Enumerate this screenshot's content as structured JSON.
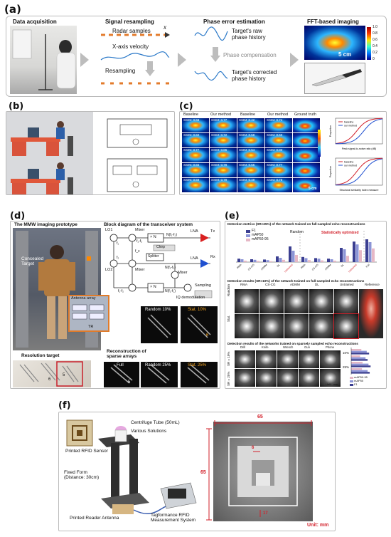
{
  "panel_a": {
    "label": "(a)",
    "steps": [
      "Data acquisition",
      "Signal resampling",
      "Phase error estimation",
      "FFT-based imaging"
    ],
    "radar_samples": "Radar samples",
    "x_axis_var": "x",
    "x_velocity": "X-axis velocity",
    "resampling": "Resampling",
    "raw_phase": "Target's raw\nphase history",
    "phase_comp": "Phase compensation",
    "corrected_phase": "Target's corrected\nphase history",
    "scale": "5 cm",
    "colorbar_ticks": [
      "1.0",
      "0.8",
      "0.6",
      "0.4",
      "0.2",
      "0"
    ]
  },
  "panel_b": {
    "label": "(b)"
  },
  "panel_c": {
    "label": "(c)",
    "col_headers": [
      "Baseline",
      "Our method",
      "Baseline",
      "Our method",
      "Ground truth"
    ],
    "ssim_rows": [
      [
        "SSIM: 0.68",
        "SSIM: 0.77",
        "SSIM: 0.42",
        "SSIM: 0.74"
      ],
      [
        "SSIM: 0.60",
        "SSIM: 0.72",
        "SSIM: 0.58",
        "SSIM: 0.60"
      ],
      [
        "SSIM: 0.77",
        "SSIM: 0.86",
        "SSIM: 0.54",
        "SSIM: 0.80"
      ],
      [
        "SSIM: 0.65",
        "SSIM: 0.78",
        "SSIM: 0.55",
        "SSIM: 0.77"
      ],
      [
        "SSIM: 0.59",
        "SSIM: 0.79",
        "SSIM: 0.49",
        "SSIM: 0.78"
      ]
    ],
    "scale": "5 cm",
    "plot1": {
      "legend": [
        "baseline",
        "our method"
      ],
      "xlabel": "Peak signal-to-noise ratio (dB)",
      "ylabel": "Proportion"
    },
    "plot2": {
      "legend": [
        "baseline",
        "our method"
      ],
      "xlabel": "Structural similarity index measure",
      "ylabel": "Proportion"
    }
  },
  "panel_d": {
    "label": "(d)",
    "title_left": "The MMW imaging prototype",
    "title_right": "Block diagram of the transceiver system",
    "concealed": "Concealed\nTarget",
    "antenna_array": "Antenna array",
    "tr": "TR",
    "resolution_target": "Resolution target",
    "recon_title": "Reconstruction of\nsparse arrays",
    "block": {
      "lo1": "LO1",
      "lo2": "LO2",
      "mixer": "Mixer",
      "splitter": "Splitter",
      "chirp": "Chirp",
      "lna": "LNA",
      "tx": "Tx",
      "rx": "Rx",
      "sampling": "Sampling",
      "iq": "IQ demodulation",
      "xn": "× N",
      "f1f2": "f₁-f₂",
      "nf1f2": "N(f₁-f₂)",
      "f1": "f₁",
      "f2": "f₂",
      "fc": "f_c"
    },
    "recon_labels": [
      "Random 10%",
      "Stat. 10%",
      "Full",
      "Random 25%",
      "Stat. 25%"
    ],
    "recon_nums": [
      "6",
      "5",
      "6",
      "5"
    ]
  },
  "panel_e": {
    "label": "(e)",
    "bar_title": "Detection metrics (SR=25%) of the network trained on full-sampled echo reconstructions",
    "legend": [
      "F1",
      "mAP50",
      "mAP50-95"
    ],
    "random_label": "Random",
    "stat_label": "Statistically optimized",
    "methods": [
      "RMA",
      "CS-CG",
      "ADMM",
      "DL",
      "Untrained",
      "RMA",
      "CS-CG",
      "ADMM",
      "DL",
      "Untrained",
      "Full"
    ],
    "row_title": "Detection results (SR=10%) of the network trained on full-sampled echo reconstructions",
    "row_headers": [
      "RMA",
      "CS-CG",
      "ADMM",
      "DL",
      "Untrained",
      "Reference"
    ],
    "row_labels": [
      "Random",
      "Stat."
    ],
    "sparse_title": "Detection results of the networks trained on sparsely sampled echo reconstructions",
    "objects": [
      "Drill",
      "Knife",
      "Wrench",
      "Gun",
      "Phone"
    ],
    "sr_labels": [
      "SR = 10%",
      "SR = 25%"
    ],
    "side_labels": [
      "10%",
      "25%"
    ],
    "legend2": [
      "mAP50-95",
      "mAP50",
      "F1"
    ],
    "bar_axis": [
      "0",
      "0.2",
      "0.4",
      "0.6"
    ],
    "unit": "Unit : mm"
  },
  "panel_f": {
    "label": "(f)",
    "tube": "Centrifuge Tube (50mL)",
    "solutions": "Various Solutions",
    "sensor": "Printed RFID Sensor",
    "fixed_form": "Fixed Form\n(Distance: 30cm)",
    "reader_antenna": "Printed Reader Antenna",
    "system": "Tagformance RFID\nMeasurement System",
    "dim_65": "65",
    "dim_6": "6",
    "dim_17": "17",
    "unit": "Unit: mm"
  }
}
